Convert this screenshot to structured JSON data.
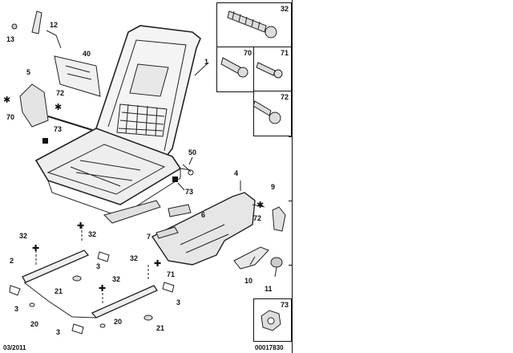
{
  "callouts": {
    "c1": "1",
    "c2": "2",
    "c3a": "3",
    "c3b": "3",
    "c3c": "3",
    "c3d": "3",
    "c4": "4",
    "c5": "5",
    "c6": "6",
    "c7": "7",
    "c9": "9",
    "c10": "10",
    "c11": "11",
    "c12": "12",
    "c13": "13",
    "c20a": "20",
    "c20b": "20",
    "c21a": "21",
    "c21b": "21",
    "c32a": "32",
    "c32b": "32",
    "c32c": "32",
    "c32d": "32",
    "c40": "40",
    "c50": "50",
    "c70": "70",
    "c71": "71",
    "c72a": "72",
    "c72b": "72",
    "c73a": "73",
    "c73b": "73"
  },
  "fastener_boxes": {
    "b32": "32",
    "b70": "70",
    "b71": "71",
    "b72": "72",
    "b73": "73"
  },
  "footer": {
    "date": "03/2011",
    "ref": "00017830"
  }
}
